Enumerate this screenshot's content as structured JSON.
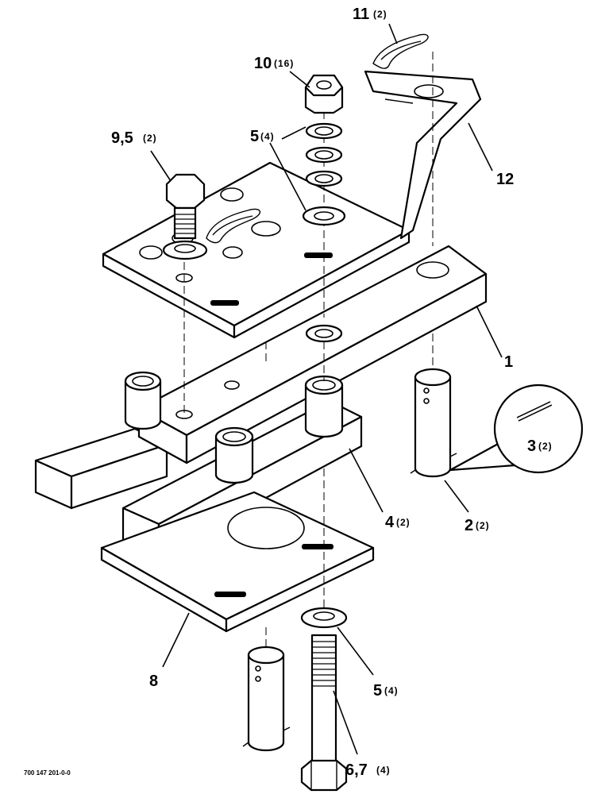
{
  "callouts": [
    {
      "id": "11",
      "num": "11",
      "qty": "(2)"
    },
    {
      "id": "10",
      "num": "10",
      "qty": "(16)"
    },
    {
      "id": "9-5",
      "num": "9,5",
      "qty": "(2)"
    },
    {
      "id": "5-top",
      "num": "5",
      "qty": "(4)"
    },
    {
      "id": "12",
      "num": "12",
      "qty": ""
    },
    {
      "id": "1",
      "num": "1",
      "qty": ""
    },
    {
      "id": "3",
      "num": "3",
      "qty": "(2)"
    },
    {
      "id": "4",
      "num": "4",
      "qty": "(2)"
    },
    {
      "id": "2",
      "num": "2",
      "qty": "(2)"
    },
    {
      "id": "8",
      "num": "8",
      "qty": ""
    },
    {
      "id": "5-bottom",
      "num": "5",
      "qty": "(4)"
    },
    {
      "id": "6-7",
      "num": "6,7",
      "qty": "(4)"
    }
  ],
  "drawing_code": "700 147 201-0-0"
}
